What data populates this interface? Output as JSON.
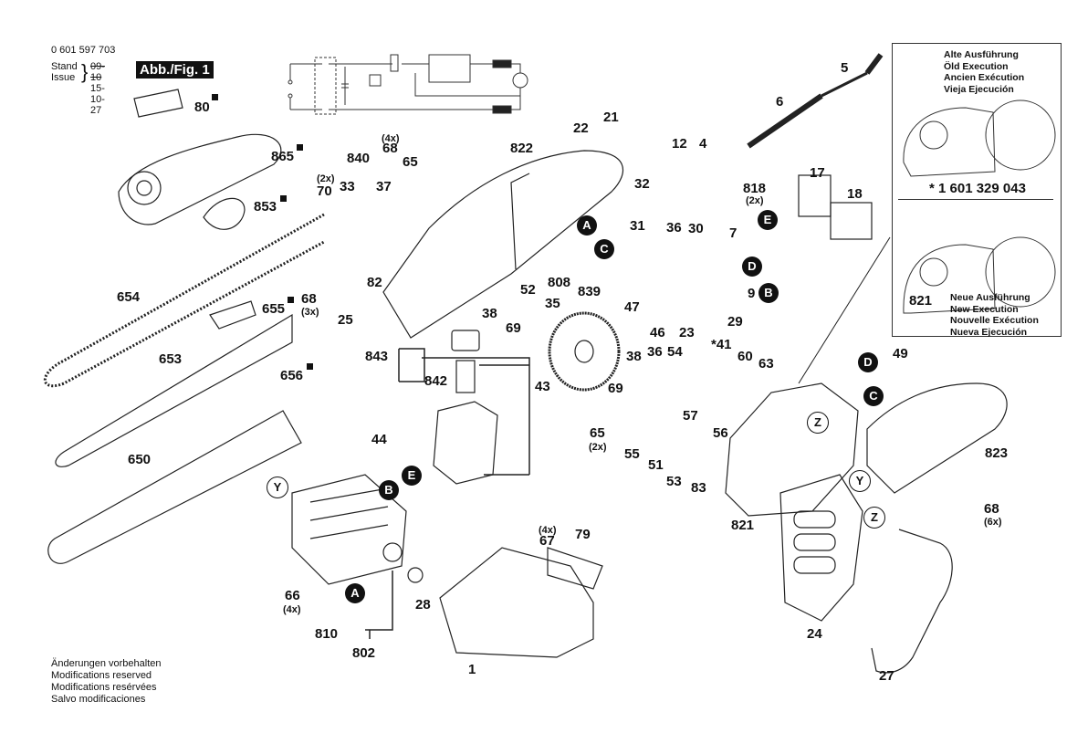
{
  "header": {
    "document_number": "0 601 597 703",
    "stand_label": "Stand",
    "issue_label": "Issue",
    "stand_value": "09-10",
    "issue_value": "15-10-27",
    "figure_badge": "Abb./Fig. 1"
  },
  "footer": {
    "lines": [
      "Änderungen vorbehalten",
      "Modifications reserved",
      "Modifications resérvées",
      "Salvo modificaciones"
    ]
  },
  "inset": {
    "old_execution": [
      "Alte Ausführung",
      "Öld Execution",
      "Ancien Exécution",
      "Vieja Ejecución"
    ],
    "part_number": "* 1 601 329 043",
    "new_execution": [
      "Neue Ausführung",
      "New Execution",
      "Nouvelle Exécution",
      "Nueva Ejecución"
    ],
    "part_label": "821"
  },
  "parts": [
    {
      "id": "p80",
      "label": "80",
      "marked": true
    },
    {
      "id": "p865",
      "label": "865",
      "marked": true
    },
    {
      "id": "p853",
      "label": "853",
      "marked": true
    },
    {
      "id": "p654",
      "label": "654"
    },
    {
      "id": "p655",
      "label": "655",
      "marked": true
    },
    {
      "id": "p653",
      "label": "653"
    },
    {
      "id": "p656",
      "label": "656",
      "marked": true
    },
    {
      "id": "p650",
      "label": "650"
    },
    {
      "id": "p68a",
      "label": "68",
      "qty": "(3x)"
    },
    {
      "id": "p25",
      "label": "25"
    },
    {
      "id": "p70",
      "label": "70",
      "qty": "(2x)"
    },
    {
      "id": "p840",
      "label": "840"
    },
    {
      "id": "p33",
      "label": "33"
    },
    {
      "id": "p37",
      "label": "37"
    },
    {
      "id": "p82",
      "label": "82"
    },
    {
      "id": "p68b",
      "label": "68",
      "qty": "(4x)"
    },
    {
      "id": "p65a",
      "label": "65"
    },
    {
      "id": "p822",
      "label": "822"
    },
    {
      "id": "p22",
      "label": "22"
    },
    {
      "id": "p21",
      "label": "21"
    },
    {
      "id": "p808",
      "label": "808"
    },
    {
      "id": "p38a",
      "label": "38"
    },
    {
      "id": "p69a",
      "label": "69"
    },
    {
      "id": "p52",
      "label": "52"
    },
    {
      "id": "p35",
      "label": "35"
    },
    {
      "id": "p839",
      "label": "839"
    },
    {
      "id": "p843",
      "label": "843"
    },
    {
      "id": "p842",
      "label": "842"
    },
    {
      "id": "p43",
      "label": "43"
    },
    {
      "id": "p44",
      "label": "44"
    },
    {
      "id": "p12",
      "label": "12"
    },
    {
      "id": "p4",
      "label": "4"
    },
    {
      "id": "p32",
      "label": "32"
    },
    {
      "id": "p31",
      "label": "31"
    },
    {
      "id": "p818",
      "label": "818",
      "qty": "(2x)"
    },
    {
      "id": "p5",
      "label": "5"
    },
    {
      "id": "p6",
      "label": "6"
    },
    {
      "id": "p17",
      "label": "17"
    },
    {
      "id": "p18",
      "label": "18"
    },
    {
      "id": "p36a",
      "label": "36"
    },
    {
      "id": "p30",
      "label": "30"
    },
    {
      "id": "p7",
      "label": "7"
    },
    {
      "id": "p9",
      "label": "9"
    },
    {
      "id": "p47",
      "label": "47"
    },
    {
      "id": "p46",
      "label": "46"
    },
    {
      "id": "p23",
      "label": "23"
    },
    {
      "id": "p29",
      "label": "29"
    },
    {
      "id": "p38b",
      "label": "38"
    },
    {
      "id": "p36b",
      "label": "36"
    },
    {
      "id": "p54",
      "label": "54"
    },
    {
      "id": "p41",
      "label": "*41"
    },
    {
      "id": "p60",
      "label": "60"
    },
    {
      "id": "p63",
      "label": "63"
    },
    {
      "id": "p69b",
      "label": "69"
    },
    {
      "id": "p65b",
      "label": "65",
      "qty": "(2x)"
    },
    {
      "id": "p55",
      "label": "55"
    },
    {
      "id": "p51",
      "label": "51"
    },
    {
      "id": "p57",
      "label": "57"
    },
    {
      "id": "p56",
      "label": "56"
    },
    {
      "id": "p53",
      "label": "53"
    },
    {
      "id": "p83",
      "label": "83"
    },
    {
      "id": "p49",
      "label": "49"
    },
    {
      "id": "p823",
      "label": "823"
    },
    {
      "id": "p68c",
      "label": "68",
      "qty": "(6x)"
    },
    {
      "id": "p821",
      "label": "821"
    },
    {
      "id": "p24",
      "label": "24"
    },
    {
      "id": "p27",
      "label": "27"
    },
    {
      "id": "p66",
      "label": "66",
      "qty": "(4x)"
    },
    {
      "id": "p810",
      "label": "810"
    },
    {
      "id": "p802",
      "label": "802"
    },
    {
      "id": "p28",
      "label": "28"
    },
    {
      "id": "p67",
      "label": "67",
      "qty": "(4x)"
    },
    {
      "id": "p79",
      "label": "79"
    },
    {
      "id": "p1",
      "label": "1"
    }
  ],
  "connectors": {
    "A1": "A",
    "C1": "C",
    "E1": "E",
    "D1": "D",
    "B1": "B",
    "D2": "D",
    "C2": "C",
    "B2": "B",
    "E2": "E",
    "A2": "A",
    "Y1": "Y",
    "Y2": "Y",
    "Z1": "Z",
    "Z2": "Z"
  }
}
